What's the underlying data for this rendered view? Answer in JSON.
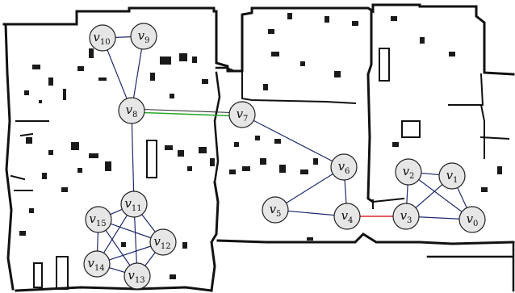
{
  "graph": {
    "nodes": [
      {
        "id": "v0",
        "base": "v",
        "sub": "0"
      },
      {
        "id": "v1",
        "base": "v",
        "sub": "1"
      },
      {
        "id": "v2",
        "base": "v",
        "sub": "2"
      },
      {
        "id": "v3",
        "base": "v",
        "sub": "3"
      },
      {
        "id": "v4",
        "base": "v",
        "sub": "4"
      },
      {
        "id": "v5",
        "base": "v",
        "sub": "5"
      },
      {
        "id": "v6",
        "base": "v",
        "sub": "6"
      },
      {
        "id": "v7",
        "base": "v",
        "sub": "7"
      },
      {
        "id": "v8",
        "base": "v",
        "sub": "8"
      },
      {
        "id": "v9",
        "base": "v",
        "sub": "9"
      },
      {
        "id": "v10",
        "base": "v",
        "sub": "10"
      },
      {
        "id": "v11",
        "base": "v",
        "sub": "11"
      },
      {
        "id": "v12",
        "base": "v",
        "sub": "12"
      },
      {
        "id": "v13",
        "base": "v",
        "sub": "13"
      },
      {
        "id": "v14",
        "base": "v",
        "sub": "14"
      },
      {
        "id": "v15",
        "base": "v",
        "sub": "15"
      }
    ],
    "edges": [
      {
        "from": "v10",
        "to": "v9",
        "color": "#1e2a6e"
      },
      {
        "from": "v10",
        "to": "v8",
        "color": "#1e2a6e"
      },
      {
        "from": "v9",
        "to": "v8",
        "color": "#1e2a6e"
      },
      {
        "from": "v8",
        "to": "v7",
        "color": "#2eaa2e"
      },
      {
        "from": "v8",
        "to": "v11",
        "color": "#1e2a6e"
      },
      {
        "from": "v7",
        "to": "v6",
        "color": "#1e2a6e"
      },
      {
        "from": "v6",
        "to": "v5",
        "color": "#1e2a6e"
      },
      {
        "from": "v6",
        "to": "v4",
        "color": "#1e2a6e"
      },
      {
        "from": "v5",
        "to": "v4",
        "color": "#1e2a6e"
      },
      {
        "from": "v4",
        "to": "v3",
        "color": "#d9252a"
      },
      {
        "from": "v3",
        "to": "v2",
        "color": "#1e2a6e"
      },
      {
        "from": "v3",
        "to": "v1",
        "color": "#1e2a6e"
      },
      {
        "from": "v3",
        "to": "v0",
        "color": "#1e2a6e"
      },
      {
        "from": "v2",
        "to": "v1",
        "color": "#1e2a6e"
      },
      {
        "from": "v2",
        "to": "v0",
        "color": "#1e2a6e"
      },
      {
        "from": "v1",
        "to": "v0",
        "color": "#1e2a6e"
      },
      {
        "from": "v11",
        "to": "v15",
        "color": "#1e2a6e"
      },
      {
        "from": "v11",
        "to": "v12",
        "color": "#1e2a6e"
      },
      {
        "from": "v11",
        "to": "v13",
        "color": "#1e2a6e"
      },
      {
        "from": "v11",
        "to": "v14",
        "color": "#1e2a6e"
      },
      {
        "from": "v15",
        "to": "v12",
        "color": "#1e2a6e"
      },
      {
        "from": "v15",
        "to": "v13",
        "color": "#1e2a6e"
      },
      {
        "from": "v15",
        "to": "v14",
        "color": "#1e2a6e"
      },
      {
        "from": "v12",
        "to": "v13",
        "color": "#1e2a6e"
      },
      {
        "from": "v12",
        "to": "v14",
        "color": "#1e2a6e"
      },
      {
        "from": "v13",
        "to": "v14",
        "color": "#1e2a6e"
      }
    ]
  },
  "colors": {
    "node_fill": "#e6e6e6",
    "node_stroke": "#222222",
    "edge_default": "#1e2a6e",
    "edge_highlight_green": "#2eaa2e",
    "edge_highlight_red": "#d9252a",
    "map_wall": "#111111"
  }
}
